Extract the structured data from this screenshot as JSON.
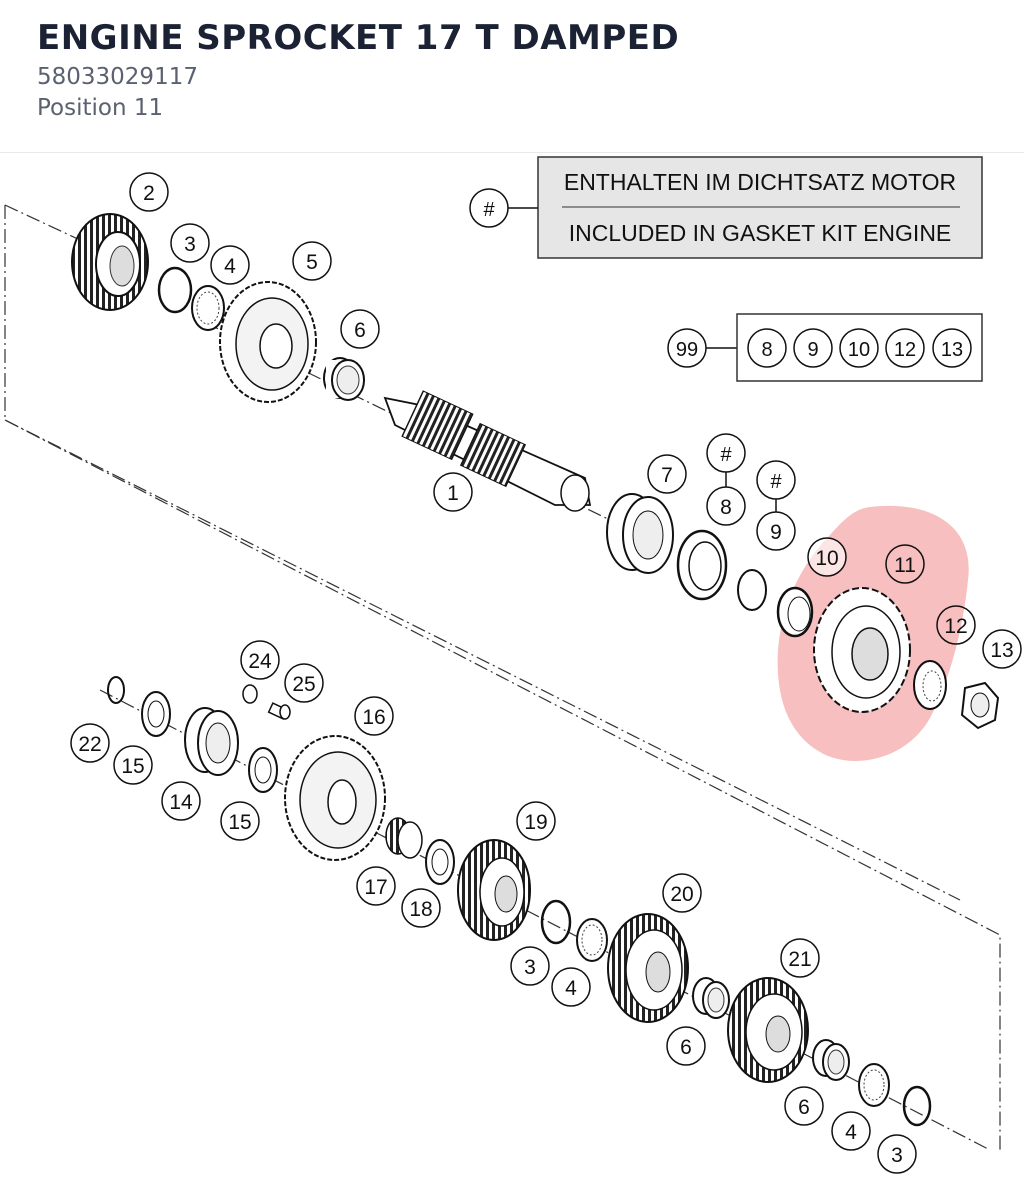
{
  "part": {
    "title": "ENGINE SPROCKET 17 T DAMPED",
    "number": "58033029117",
    "position": "Position 11"
  },
  "legend": {
    "symbol": "#",
    "line_de": "ENTHALTEN IM DICHTSATZ MOTOR",
    "line_en": "INCLUDED IN GASKET KIT ENGINE"
  },
  "kit": {
    "number": "99",
    "items": [
      "8",
      "9",
      "10",
      "12",
      "13"
    ]
  },
  "callouts": {
    "c1": "1",
    "c2": "2",
    "c3a": "3",
    "c4a": "4",
    "c5": "5",
    "c6a": "6",
    "c7": "7",
    "c8": "8",
    "c9": "9",
    "c10": "10",
    "c11": "11",
    "c12": "12",
    "c13": "13",
    "c14": "14",
    "c15a": "15",
    "c15b": "15",
    "c16": "16",
    "c17": "17",
    "c18": "18",
    "c19": "19",
    "c20": "20",
    "c21": "21",
    "c22": "22",
    "c24": "24",
    "c25": "25",
    "c3b": "3",
    "c4b": "4",
    "c6b": "6",
    "c6c": "6",
    "c4c": "4",
    "c3c": "3",
    "h8": "#",
    "h9": "#"
  },
  "colors": {
    "highlight": "#f08a8a",
    "ink": "#1a1a1a",
    "box_fill": "#e6e6e6",
    "title": "#1a2233"
  }
}
